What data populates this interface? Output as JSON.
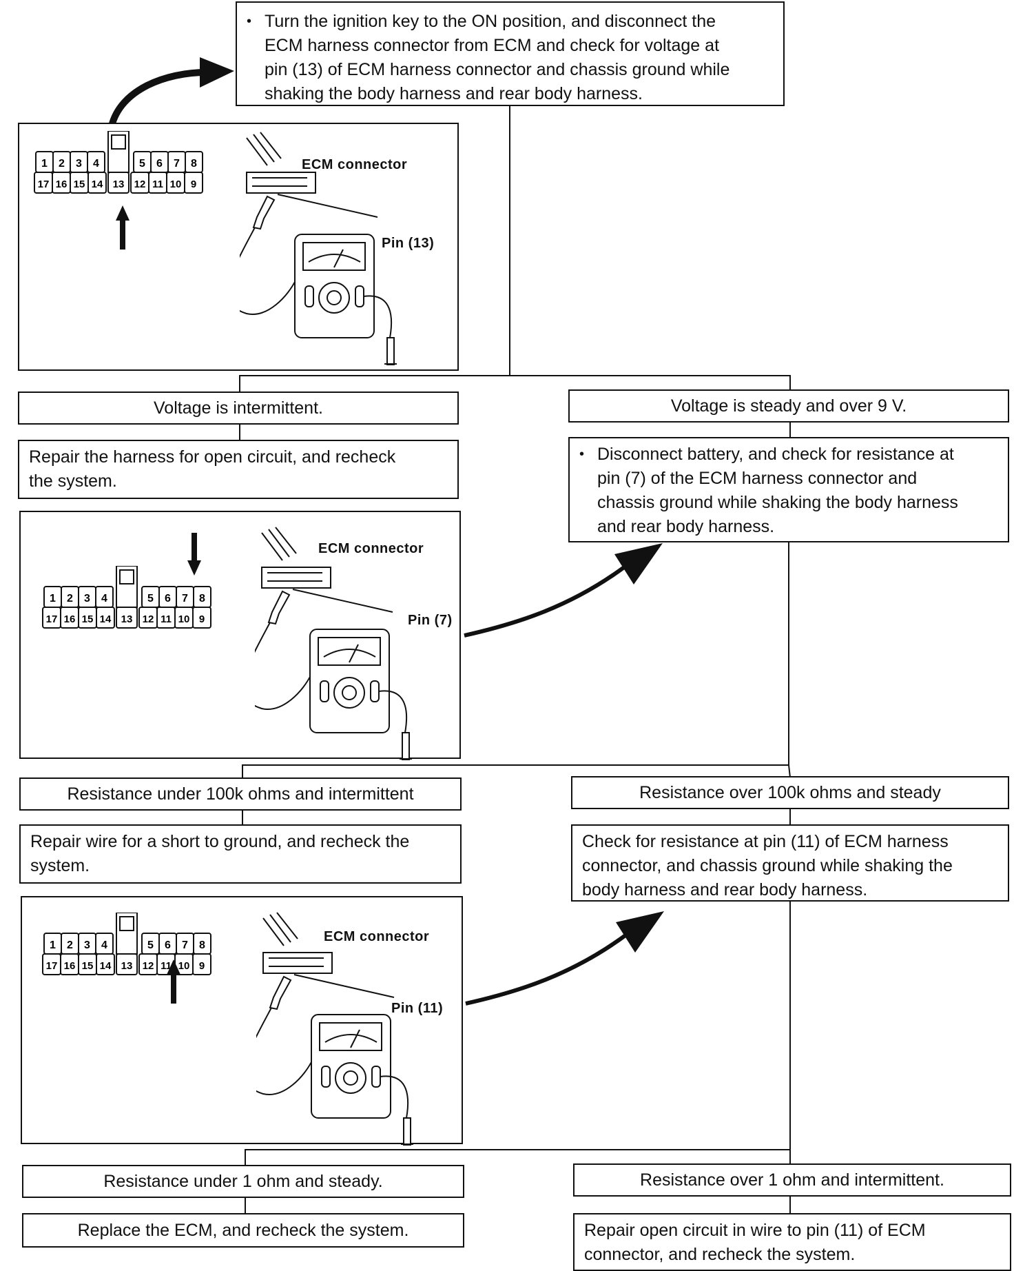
{
  "step1": {
    "bullet": "•",
    "text_lines": [
      "Turn the ignition key to the ON position, and disconnect the",
      "ECM harness connector from ECM and check for voltage at",
      "pin (13) of ECM harness connector and chassis ground while",
      "shaking the body harness and rear body harness."
    ]
  },
  "figures": [
    {
      "connector_label": "ECM connector",
      "pin_label": "Pin (13)",
      "highlighted_pin": "13"
    },
    {
      "connector_label": "ECM connector",
      "pin_label": "Pin (7)",
      "highlighted_pin": "7"
    },
    {
      "connector_label": "ECM connector",
      "pin_label": "Pin (11)",
      "highlighted_pin": "11"
    }
  ],
  "connector_pins": {
    "top_row": [
      "1",
      "2",
      "3",
      "4",
      "5",
      "6",
      "7",
      "8"
    ],
    "bottom_row": [
      "17",
      "16",
      "15",
      "14",
      "13",
      "12",
      "11",
      "10",
      "9"
    ]
  },
  "results1": {
    "left": "Voltage is intermittent.",
    "right": "Voltage is steady and over 9 V."
  },
  "action_repair_open": {
    "text_lines": [
      "Repair the harness for open circuit, and recheck",
      "the system."
    ]
  },
  "step2": {
    "bullet": "•",
    "text_lines": [
      "Disconnect battery, and check for resistance at",
      "pin (7) of the ECM harness connector and",
      "chassis ground while shaking the body harness",
      "and rear body harness."
    ]
  },
  "results2": {
    "left": "Resistance under 100k ohms and intermittent",
    "right": "Resistance over 100k ohms and steady"
  },
  "action_repair_short": {
    "text_lines": [
      "Repair wire for a short to ground, and recheck the",
      "system."
    ]
  },
  "step3": {
    "text_lines": [
      "Check for resistance at pin (11) of ECM harness",
      "connector, and chassis ground while shaking the",
      "body harness and rear body harness."
    ]
  },
  "results3": {
    "left": "Resistance under 1 ohm and steady.",
    "right": "Resistance over 1 ohm and intermittent."
  },
  "action_replace_ecm": {
    "text": "Replace the ECM, and recheck the system."
  },
  "action_repair_wire11": {
    "text_lines": [
      "Repair open circuit in wire to pin (11) of ECM",
      "connector, and recheck the system."
    ]
  },
  "colors": {
    "ink": "#111111",
    "paper": "#ffffff"
  }
}
